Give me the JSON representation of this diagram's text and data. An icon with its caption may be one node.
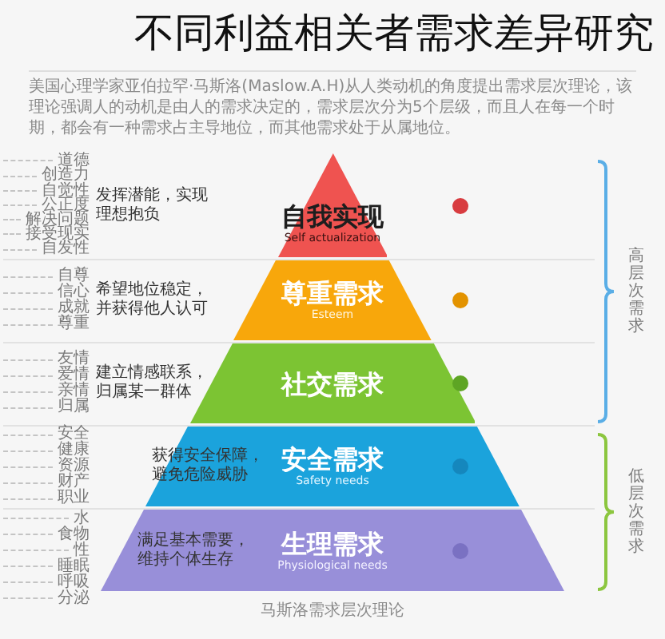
{
  "diagram": {
    "title": "不同利益相关者需求差异研究",
    "caption": "马斯洛需求层次理论",
    "nodes": [
      {
        "text": [
          "自我实现",
          "Self actualization"
        ],
        "beside": [
          "道德",
          "创造力",
          "自觉性",
          "公正度",
          "解决问题",
          "接受现实",
          "自发性",
          "发挥潜能，实现理想抱负"
        ]
      },
      {
        "text": [
          "尊重需求",
          "Esteem"
        ],
        "beside": [
          "自尊",
          "信心",
          "成就",
          "尊重",
          "希望地位稳定，并获得他人认可"
        ]
      },
      {
        "text": [
          "社交需求"
        ],
        "beside": [
          "友情",
          "爱情",
          "亲情",
          "归属",
          "建立情感联系，归属某一群体"
        ]
      },
      {
        "text": [
          "安全需求",
          "Safety needs",
          "获得安全保障，避免危险威胁"
        ],
        "beside": [
          "安全",
          "健康",
          "资源",
          "财产",
          "职业"
        ]
      },
      {
        "text": [
          "生理需求",
          "Physiological needs",
          "满足基本需要，维持个体生存"
        ],
        "beside": [
          "水",
          "食物",
          "性",
          "睡眠",
          "呼吸",
          "分泌"
        ]
      }
    ],
    "labels": [
      "美国心理学家亚伯拉罕·马斯洛(Maslow.A.H)从人类动机的角度提出需求层次理论，该理论强调人的动机是由人的需求决定的，需求层次分为5个层级，而且人在每一个时期，都会有一种需求占主导地位，而其他需求处于从属地位。",
      "高层次需求",
      "低层次需求"
    ]
  }
}
